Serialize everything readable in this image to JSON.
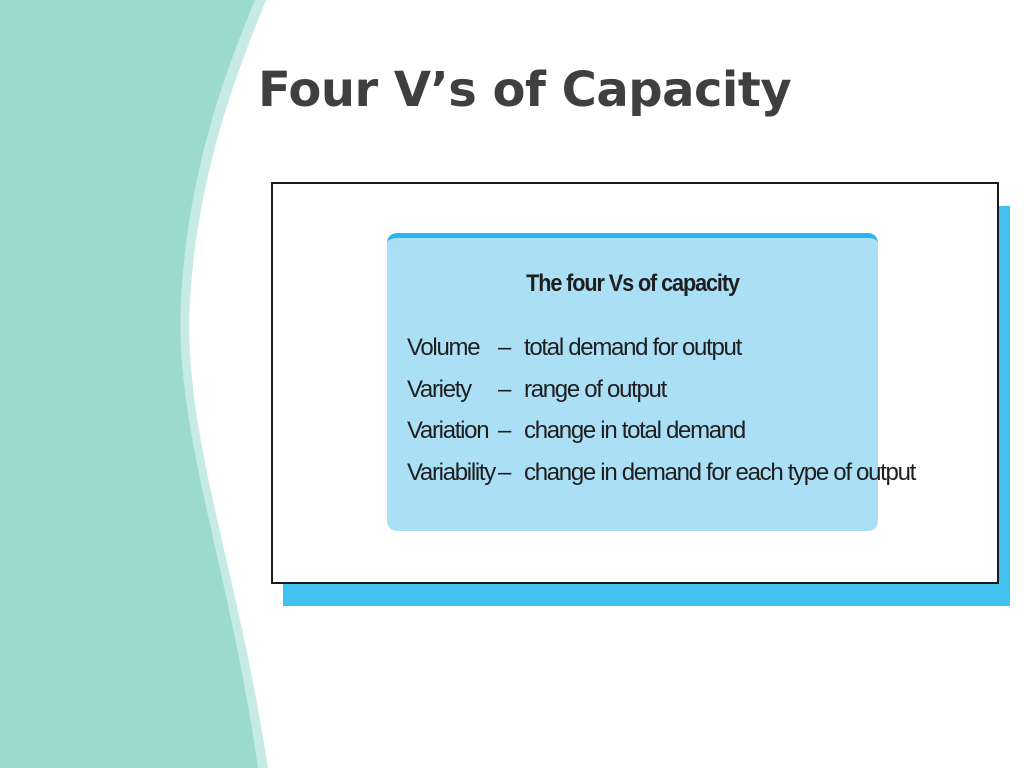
{
  "slide": {
    "title": "Four V’s of Capacity"
  },
  "figure": {
    "heading": "The four Vs of capacity",
    "rows": [
      {
        "term": "Volume",
        "dash": "–",
        "desc": "total demand for output"
      },
      {
        "term": "Variety",
        "dash": "–",
        "desc": "range of output"
      },
      {
        "term": "Variation",
        "dash": "–",
        "desc": "change in total demand"
      },
      {
        "term": "Variability",
        "dash": "–",
        "desc": "change in demand for each type of output"
      }
    ]
  },
  "colors": {
    "title_text": "#3f3f3f",
    "decor_teal": "#9cdad0",
    "decor_teal_light": "#c6ebe4",
    "figure_shadow": "#41c2ee",
    "box_fill": "#abdff6",
    "box_top_border": "#2ab4ec"
  }
}
